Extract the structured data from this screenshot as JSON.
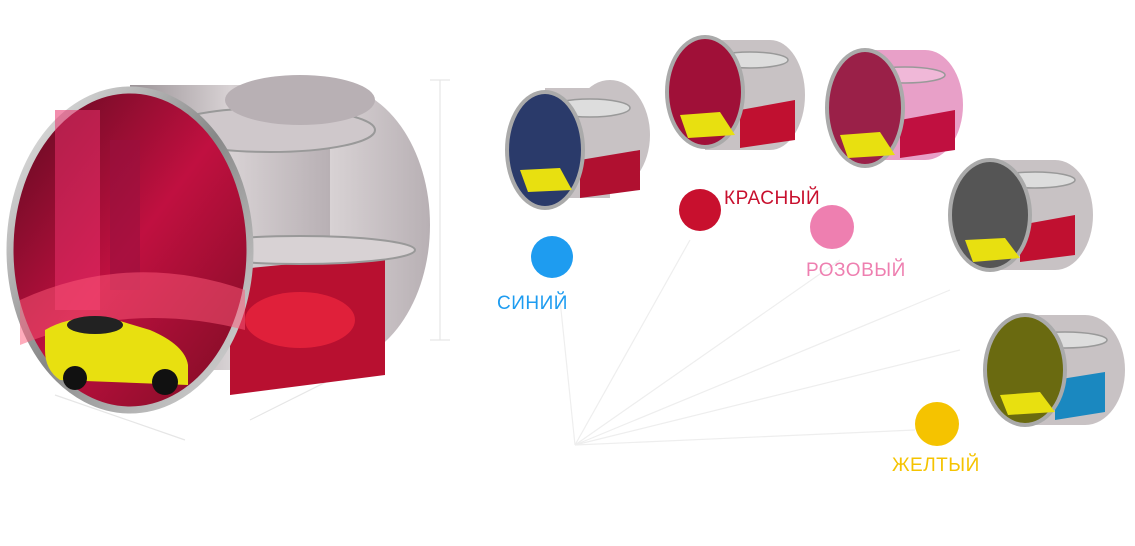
{
  "colors": {
    "blue": {
      "label": "СИНИЙ",
      "hex": "#1e9cf0"
    },
    "red": {
      "label": "КРАСНЫЙ",
      "hex": "#c8102e"
    },
    "pink": {
      "label": "РОЗОВЫЙ",
      "hex": "#ee7fb0"
    },
    "yellow": {
      "label": "ЖЕЛТЫЙ",
      "hex": "#f5c300"
    }
  }
}
